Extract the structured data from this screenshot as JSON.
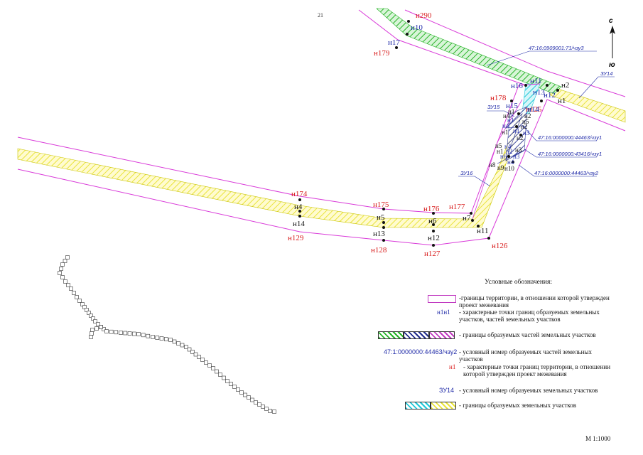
{
  "page_number": "21",
  "scale": "М 1:1000",
  "north": {
    "top": "с",
    "bottom": "ю"
  },
  "colors": {
    "boundary": "#d93bd9",
    "yellow_hatch": "#e9e43a",
    "green_hatch": "#27b327",
    "cyan_hatch": "#1fc8d8",
    "navy_hatch": "#1f2a8a",
    "magenta_hatch": "#c13ac1",
    "red_label": "#d81b1b",
    "blue_label": "#1f2aa8"
  },
  "labels": {
    "n290": "н290",
    "n10_blue": "н10",
    "n17": "н17",
    "n179": "н179",
    "n16": "н16",
    "n11_blue": "н11",
    "n2_top": "н2",
    "n13_blue": "н13",
    "n12_blue": "н12",
    "n1_top": "н1",
    "n125": "н125",
    "n178": "н178",
    "n15": "н15",
    "n14_blue": "н14",
    "n1_a": "н1",
    "n4_a": "н4",
    "n2_a": "н2",
    "n1_b": "н1",
    "n5_a": "н5",
    "n4_b": "н4",
    "n2_b": "н2",
    "n1_c": "н1",
    "n1_d": "н1",
    "n3_a": "н3",
    "n2_c": "н2",
    "n5_b": "н5",
    "n4_c": "н4",
    "n1_e": "н1",
    "n2_d": "н2",
    "n6_a": "н6",
    "n3_b": "н3",
    "n3_c": "н3",
    "n4_d": "н4",
    "n8": "н8",
    "n9": "н9",
    "n10_black": "н10",
    "n174": "н174",
    "n4_left": "н4",
    "n14_left": "н14",
    "n129": "н129",
    "n175": "н175",
    "n5_mid": "н5",
    "n13_mid": "н13",
    "n128": "н128",
    "n176": "н176",
    "n6_mid": "н6",
    "n12_mid": "н12",
    "n127": "н127",
    "n177": "н177",
    "n7": "н7",
    "n11_mid": "н11",
    "n126": "н126"
  },
  "cad_labels": {
    "zu14": "ЗУ14",
    "zu15": "ЗУ15",
    "zu16": "ЗУ16",
    "chzu3": "47:16:0909001:71/чзу3",
    "chzu1_a": "47:16:0000000:44463/чзу1",
    "chzu1_b": "47:16:0000000:43416/чзу1",
    "chzu2": "47:16:0000000:44463/чзу2"
  },
  "legend": {
    "title": "Условные обозначения:",
    "items": [
      {
        "key": "",
        "text": "-границы территории, в отношении которой утвержден проект межевания"
      },
      {
        "key": "н1н1",
        "text": "- характерные точки границ образуемых земельных участков, частей земельных участков"
      },
      {
        "key": "",
        "text": "- границы образуемых частей земельных участков"
      },
      {
        "key": "47:1:0000000:44463/чзу2",
        "text": "- условный номер образуемых частей земельных участков"
      },
      {
        "key": "н1",
        "text": "- характерные точки границ территории, в отношении которой утвержден проект межевания"
      },
      {
        "key": "ЗУ14",
        "text": "- условный номер образуемых земельных участков"
      },
      {
        "key": "",
        "text": "- границы образуемых земельных участков"
      }
    ]
  }
}
